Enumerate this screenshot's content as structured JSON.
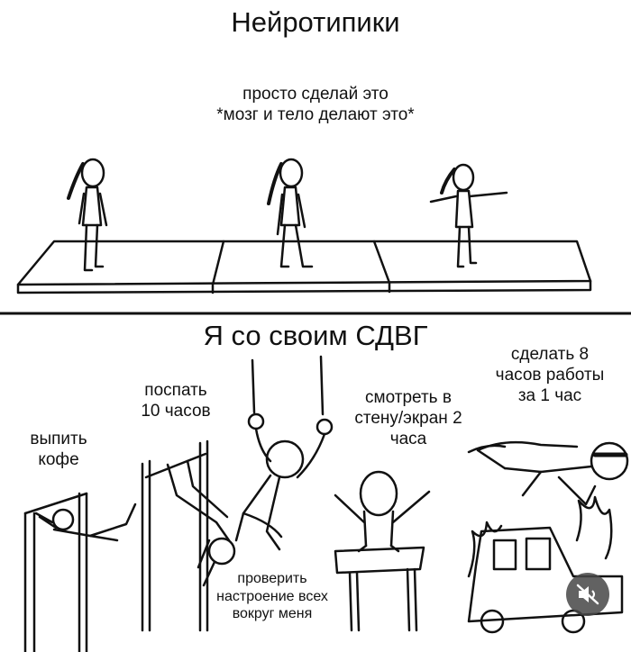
{
  "top_panel": {
    "title": "Нейротипики",
    "caption": "просто сделай это\n*мозг и тело делают это*"
  },
  "bottom_panel": {
    "title": "Я со своим СДВГ",
    "captions": {
      "coffee": "выпить\nкофе",
      "sleep": "поспать\n10 часов",
      "stare": "смотреть в\nстену/экран 2\nчаса",
      "work": "сделать 8\nчасов работы\nза 1 час",
      "mood": "проверить\nнастроение всех\nвокруг меня"
    }
  },
  "controls": {
    "mute_icon": "speaker-muted-icon"
  }
}
